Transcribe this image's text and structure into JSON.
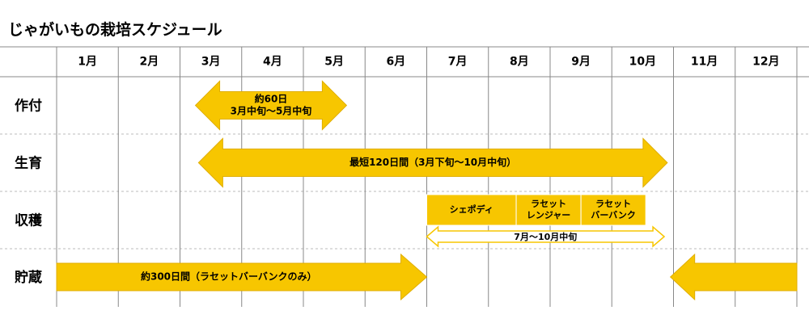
{
  "title": "じゃがいもの栽培スケジュール",
  "chart_data": {
    "type": "gantt",
    "title": "じゃがいもの栽培スケジュール",
    "months": [
      "1月",
      "2月",
      "3月",
      "4月",
      "5月",
      "6月",
      "7月",
      "8月",
      "9月",
      "10月",
      "11月",
      "12月"
    ],
    "rows": [
      "作付",
      "生育",
      "収穫",
      "貯蔵"
    ],
    "colors": {
      "bar": "#F7C600",
      "bar_stroke": "#E0AE00",
      "grid": "#888888",
      "dash": "#BBBBBB"
    },
    "tasks": [
      {
        "row": "作付",
        "kind": "double-arrow",
        "start": 3.25,
        "end": 5.7,
        "lines": [
          "約60日",
          "3月中旬～5月中旬"
        ]
      },
      {
        "row": "生育",
        "kind": "double-arrow",
        "start": 3.3,
        "end": 10.9,
        "lines": [
          "最短120日間（3月下旬～10月中旬）"
        ]
      },
      {
        "row": "収穫",
        "kind": "boxes",
        "items": [
          {
            "start": 7.0,
            "end": 8.45,
            "lines": [
              "シェポディ"
            ]
          },
          {
            "start": 8.45,
            "end": 9.5,
            "lines": [
              "ラセット",
              "レンジャー"
            ]
          },
          {
            "start": 9.5,
            "end": 10.55,
            "lines": [
              "ラセット",
              "バーバンク"
            ]
          }
        ]
      },
      {
        "row": "収穫",
        "kind": "outline-arrow",
        "start": 7.0,
        "end": 10.85,
        "lines": [
          "7月～10月中旬"
        ]
      },
      {
        "row": "貯蔵",
        "kind": "right-arrow",
        "start": 1.0,
        "end": 7.0,
        "lines": [
          "約300日間（ラセットバーバンクのみ）"
        ]
      },
      {
        "row": "貯蔵",
        "kind": "left-arrow",
        "start": 10.95,
        "end": 13.0,
        "lines": []
      }
    ]
  }
}
